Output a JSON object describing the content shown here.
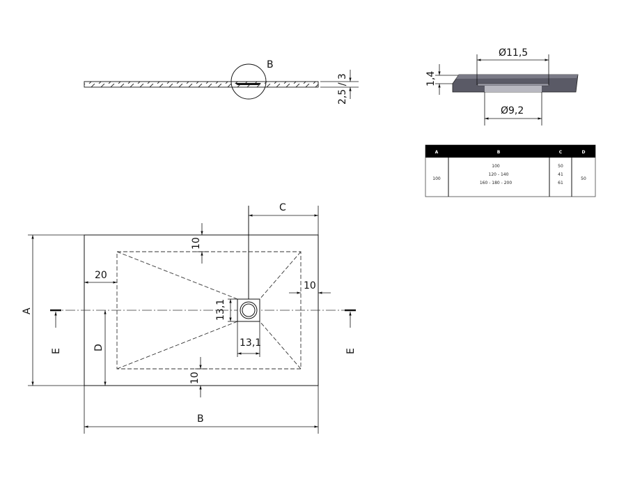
{
  "section_view": {
    "detail_label": "B",
    "thickness_label": "2,5 / 3"
  },
  "detail_view": {
    "outer_diameter": "Ø11,5",
    "inner_diameter": "Ø9,2",
    "height": "1,4"
  },
  "plan_view": {
    "dim_a": "A",
    "dim_b": "B",
    "dim_c": "C",
    "dim_d": "D",
    "margin_top": "10",
    "margin_bottom": "10",
    "margin_left": "20",
    "margin_right": "10",
    "drain_width": "13,1",
    "drain_height": "13,1",
    "section_left": "E",
    "section_right": "E"
  },
  "table": {
    "headers": [
      "A",
      "B",
      "C",
      "D"
    ],
    "a": "100",
    "b": [
      "100",
      "120 - 140",
      "160 - 180 - 200"
    ],
    "c": [
      "50",
      "41",
      "61"
    ],
    "d": "50"
  }
}
